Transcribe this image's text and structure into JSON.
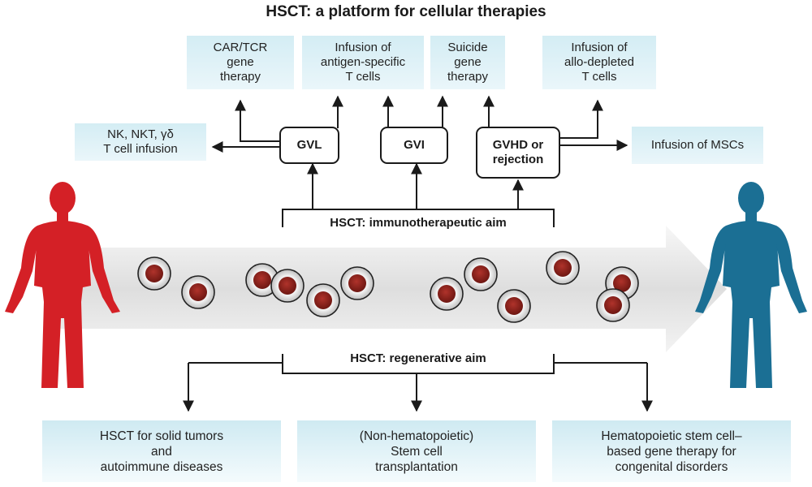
{
  "title": "HSCT: a platform for cellular therapies",
  "immuno_aim": "HSCT: immunotherapeutic aim",
  "regen_aim": "HSCT: regenerative aim",
  "nodes": {
    "gvl": "GVL",
    "gvi": "GVI",
    "gvhd": "GVHD or\nrejection"
  },
  "top_boxes": {
    "car_tcr": "CAR/TCR\ngene\ntherapy",
    "antigen_specific": "Infusion of\nantigen-specific\nT cells",
    "suicide_gene": "Suicide\ngene\ntherapy",
    "allo_depleted": "Infusion of\nallo-depleted\nT cells"
  },
  "side_boxes": {
    "nk_cells": "NK, NKT, γδ\nT cell infusion",
    "mscs": "Infusion of MSCs"
  },
  "bottom_boxes": {
    "solid_tumors": "HSCT for solid tumors\nand\nautoimmune diseases",
    "stem_cell": "(Non-hematopoietic)\nStem cell\ntransplantation",
    "gene_therapy": "Hematopoietic stem cell–\nbased gene therapy for\ncongenital disorders"
  },
  "colors": {
    "donor": "#d42026",
    "recipient": "#1b6f94",
    "box_fill": "#d4edf4",
    "cell": "#8b1f1a"
  }
}
